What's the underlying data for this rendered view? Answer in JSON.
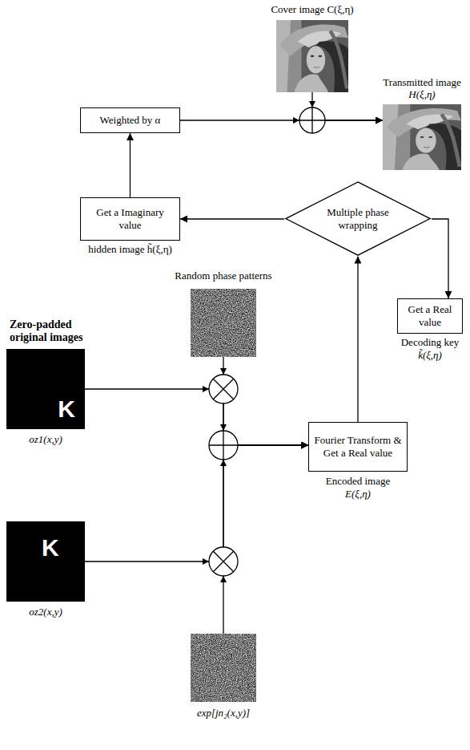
{
  "diagram": {
    "nodes": [
      {
        "text": [
          "Cover image C(ξ,η)"
        ]
      },
      {
        "text": [
          "Transmitted image",
          "H(ξ,η)"
        ]
      },
      {
        "text": [
          "Weighted by α"
        ]
      },
      {
        "text": [
          "Get a Imaginary value",
          "hidden image h̃(ξ,η)"
        ]
      },
      {
        "text": [
          "Multiple phase wrapping"
        ]
      },
      {
        "text": [
          "Get a Real value",
          "Decoding key",
          "k̃(ξ,η)"
        ]
      },
      {
        "text": [
          "Random phase patterns"
        ]
      },
      {
        "text": [
          "Zero-padded original images",
          "K",
          "oz1(x,y)"
        ]
      },
      {
        "text": [
          "Fourier Transform & Get a Real value",
          "Encoded image",
          "E(ξ,η)"
        ]
      },
      {
        "text": [
          "K",
          "oz2(x,y)"
        ]
      },
      {
        "text": [
          "exp[jn₂(x,y)]"
        ]
      }
    ],
    "edges": [
      {
        "from": 0,
        "to": 1,
        "arrow": "to"
      },
      {
        "from": 2,
        "to": 1,
        "arrow": "to"
      },
      {
        "from": 3,
        "to": 2,
        "arrow": "to"
      },
      {
        "from": 4,
        "to": 3,
        "arrow": "to"
      },
      {
        "from": 4,
        "to": 5,
        "arrow": "to"
      },
      {
        "from": 8,
        "to": 4,
        "arrow": "to"
      },
      {
        "from": 7,
        "to": 8,
        "arrow": "to"
      },
      {
        "from": 6,
        "to": 8,
        "arrow": "to"
      },
      {
        "from": 9,
        "to": 8,
        "arrow": "to"
      },
      {
        "from": 10,
        "to": 8,
        "arrow": "to"
      }
    ]
  }
}
